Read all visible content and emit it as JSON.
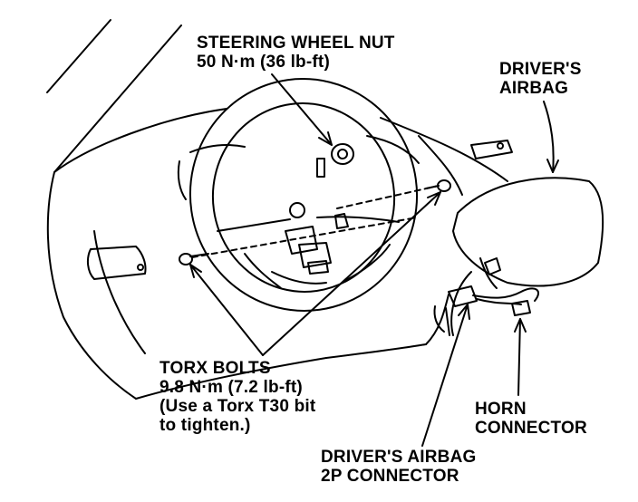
{
  "labels": {
    "steering_wheel_nut": {
      "line1": "STEERING WHEEL NUT",
      "line2": "50 N·m (36 lb-ft)"
    },
    "drivers_airbag": {
      "line1": "DRIVER'S",
      "line2": "AIRBAG"
    },
    "torx_bolts": {
      "line1": "TORX BOLTS",
      "line2": "9.8 N·m  (7.2 lb-ft)",
      "line3": "(Use a Torx T30 bit",
      "line4": "to tighten.)"
    },
    "horn_connector": {
      "line1": "HORN",
      "line2": "CONNECTOR"
    },
    "airbag_2p_connector": {
      "line1": "DRIVER'S AIRBAG",
      "line2": "2P CONNECTOR"
    }
  },
  "colors": {
    "ink": "#000000",
    "paper": "#ffffff"
  }
}
